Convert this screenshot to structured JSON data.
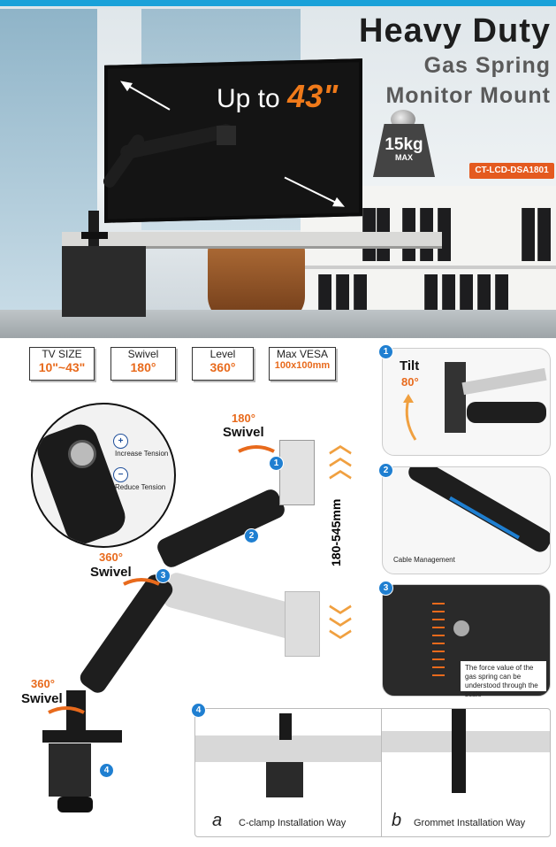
{
  "hero": {
    "title_line1": "Heavy Duty",
    "title_line2": "Gas Spring",
    "title_line3": "Monitor Mount",
    "upto_prefix": "Up to",
    "upto_size": "43\"",
    "weight_value": "15kg",
    "weight_unit": "MAX",
    "model": "CT-LCD-DSA1801"
  },
  "specs": [
    {
      "label": "TV SIZE",
      "value": "10\"~43\""
    },
    {
      "label": "Swivel",
      "value": "180°"
    },
    {
      "label": "Level",
      "value": "360°"
    },
    {
      "label": "Max VESA",
      "value": "100x100mm"
    }
  ],
  "arm": {
    "top_swivel_deg": "180°",
    "top_swivel_label": "Swivel",
    "mid_swivel_deg": "360°",
    "mid_swivel_label": "Swivel",
    "base_swivel_deg": "360°",
    "base_swivel_label": "Swivel",
    "height_range": "180-545mm",
    "increase_tension": "Increase Tension",
    "reduce_tension": "Reduce Tension",
    "plus_sign": "+",
    "minus_sign": "−"
  },
  "callouts": {
    "n1": "1",
    "n2": "2",
    "n3": "3",
    "n4": "4",
    "tilt_label": "Tilt",
    "tilt_deg": "80°",
    "cable_management": "Cable Management",
    "force_text": "The force value of the gas spring can be understood through the scale"
  },
  "install": {
    "a_letter": "a",
    "a_label": "C-clamp Installation Way",
    "b_letter": "b",
    "b_label": "Grommet Installation Way"
  },
  "colors": {
    "accent_orange": "#e86a1c",
    "accent_blue": "#1f7fd1"
  }
}
